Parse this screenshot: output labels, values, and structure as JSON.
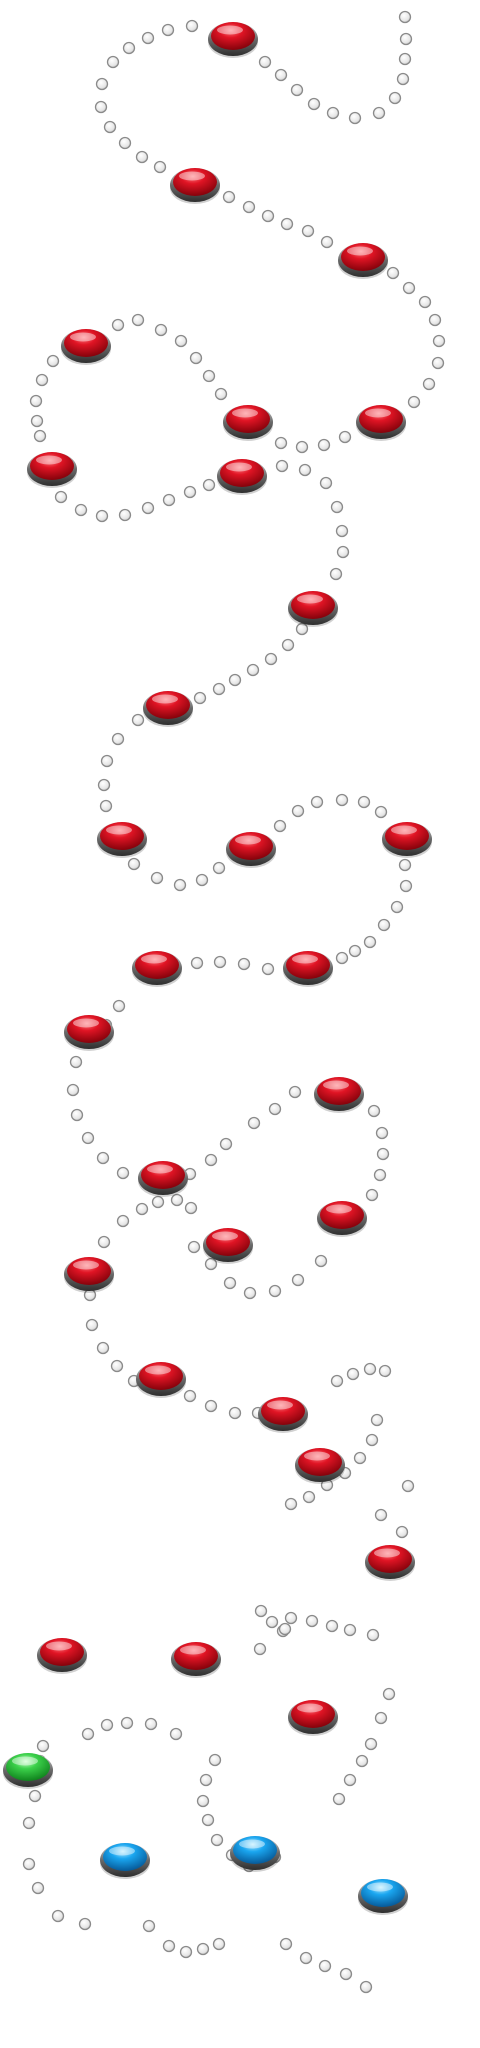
{
  "colors": {
    "background": "#ffffff",
    "path_dot_fill": "#f2f2f2",
    "path_dot_stroke": "#8a8a8a",
    "completed_level": "#c0101e",
    "current_level": "#2fc83a",
    "locked_level": "#119ae8",
    "button_rim": "#4a4a4a"
  },
  "path": {
    "icon": "trail-dot-icon"
  },
  "levels": [
    {
      "status": "completed"
    },
    {
      "status": "completed"
    },
    {
      "status": "completed"
    },
    {
      "status": "completed"
    },
    {
      "status": "completed"
    },
    {
      "status": "completed"
    },
    {
      "status": "completed"
    },
    {
      "status": "completed"
    },
    {
      "status": "completed"
    },
    {
      "status": "completed"
    },
    {
      "status": "completed"
    },
    {
      "status": "completed"
    },
    {
      "status": "completed"
    },
    {
      "status": "completed"
    },
    {
      "status": "completed"
    },
    {
      "status": "completed"
    },
    {
      "status": "completed"
    },
    {
      "status": "completed"
    },
    {
      "status": "completed"
    },
    {
      "status": "completed"
    },
    {
      "status": "completed"
    },
    {
      "status": "completed"
    },
    {
      "status": "completed"
    },
    {
      "status": "completed"
    },
    {
      "status": "completed"
    },
    {
      "status": "completed"
    },
    {
      "status": "completed"
    },
    {
      "status": "completed"
    },
    {
      "status": "current"
    },
    {
      "status": "locked"
    },
    {
      "status": "locked"
    },
    {
      "status": "locked"
    },
    {
      "status": "locked"
    },
    {
      "status": "locked"
    },
    {
      "status": "locked"
    },
    {
      "status": "locked"
    }
  ]
}
